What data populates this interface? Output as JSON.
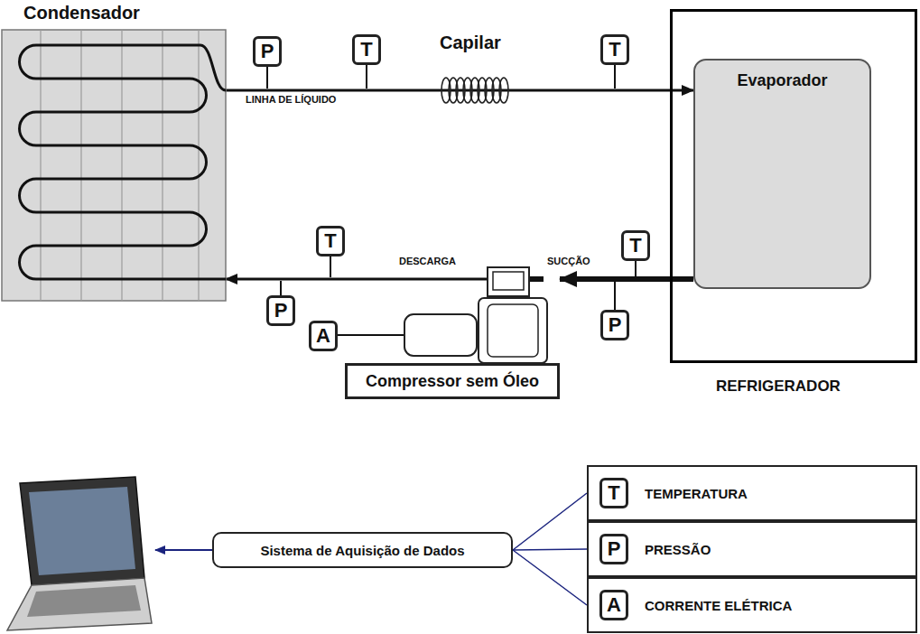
{
  "diagram": {
    "nodes": [
      {
        "text": [
          "Condensador"
        ]
      },
      {
        "text": [
          "P"
        ]
      },
      {
        "text": [
          "T"
        ]
      },
      {
        "text": [
          "T"
        ]
      },
      {
        "text": [
          "REFRIGERADOR"
        ]
      },
      {
        "text": [
          "Evaporador"
        ],
        "in": 4
      },
      {
        "text": [
          "T"
        ]
      },
      {
        "text": [
          "T"
        ]
      },
      {
        "text": [
          "P"
        ]
      },
      {
        "text": [
          "P"
        ]
      },
      {
        "text": [
          "A"
        ]
      },
      {
        "text": [
          "Compressor sem Óleo"
        ]
      },
      {
        "text": [
          "Sistema de Aquisição de Dados"
        ]
      },
      {
        "text": [
          "TEMPERATURA"
        ]
      },
      {
        "text": [
          "T"
        ],
        "in": 13
      },
      {
        "text": [
          "PRESSÃO"
        ]
      },
      {
        "text": [
          "P"
        ],
        "in": 15
      },
      {
        "text": [
          "CORRENTE ELÉTRICA"
        ]
      },
      {
        "text": [
          "A"
        ],
        "in": 17
      }
    ],
    "edges": [
      {
        "from": 0,
        "to": 5,
        "arrow": "to",
        "label": "LINHA DE LÍQUIDO"
      },
      {
        "from": 5,
        "to": 11,
        "arrow": "to",
        "label": "SUCÇÃO"
      },
      {
        "from": 11,
        "to": 0,
        "arrow": "to",
        "label": "DESCARGA"
      },
      {
        "from": 12,
        "to": 13,
        "arrow": "none"
      },
      {
        "from": 12,
        "to": 15,
        "arrow": "none"
      },
      {
        "from": 12,
        "to": 17,
        "arrow": "none"
      }
    ],
    "labels": [
      "Capilar"
    ]
  }
}
